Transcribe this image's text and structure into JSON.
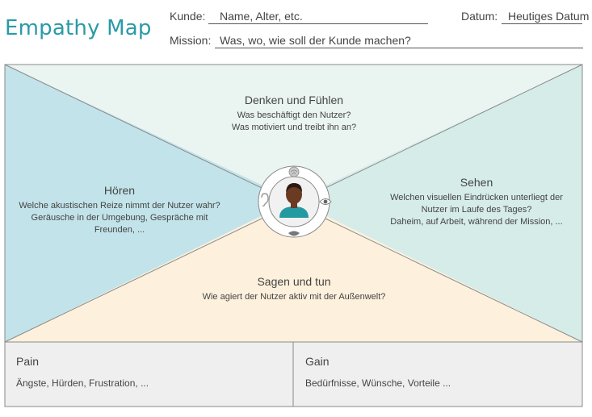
{
  "header": {
    "title": "Empathy Map",
    "kunde_label": "Kunde:",
    "kunde_value": "Name, Alter, etc.",
    "datum_label": "Datum:",
    "datum_value": "Heutiges Datum",
    "mission_label": "Mission:",
    "mission_value": "Was, wo, wie soll der Kunde machen?"
  },
  "sections": {
    "think": {
      "title": "Denken und Fühlen",
      "line1": "Was beschäftigt den Nutzer?",
      "line2": "Was motiviert und treibt ihn an?"
    },
    "hear": {
      "title": "Hören",
      "line1": "Welche  akustischen Reize nimmt der Nutzer wahr?",
      "line2": "Geräusche in der Umgebung, Gespräche mit",
      "line3": "Freunden, ..."
    },
    "see": {
      "title": "Sehen",
      "line1": "Welchen visuellen Eindrücken unterliegt der",
      "line2": "Nutzer im Laufe des Tages?",
      "line3": "Daheim, auf Arbeit, während der Mission, ..."
    },
    "say": {
      "title": "Sagen und tun",
      "line1": "Wie agiert der Nutzer aktiv mit der Außenwelt?"
    }
  },
  "pain": {
    "title": "Pain",
    "text": "Ängste, Hürden, Frustration, ..."
  },
  "gain": {
    "title": "Gain",
    "text": "Bedürfnisse, Wünsche, Vorteile ..."
  },
  "colors": {
    "think": "#eaf4f1",
    "hear": "#c2e3e9",
    "see": "#d5ece9",
    "say": "#fdf0dc",
    "bottom": "#efefef",
    "accent": "#2a9aa6"
  },
  "icons": [
    "brain-icon",
    "ear-icon",
    "eye-icon",
    "mouth-icon",
    "user-avatar-icon"
  ]
}
